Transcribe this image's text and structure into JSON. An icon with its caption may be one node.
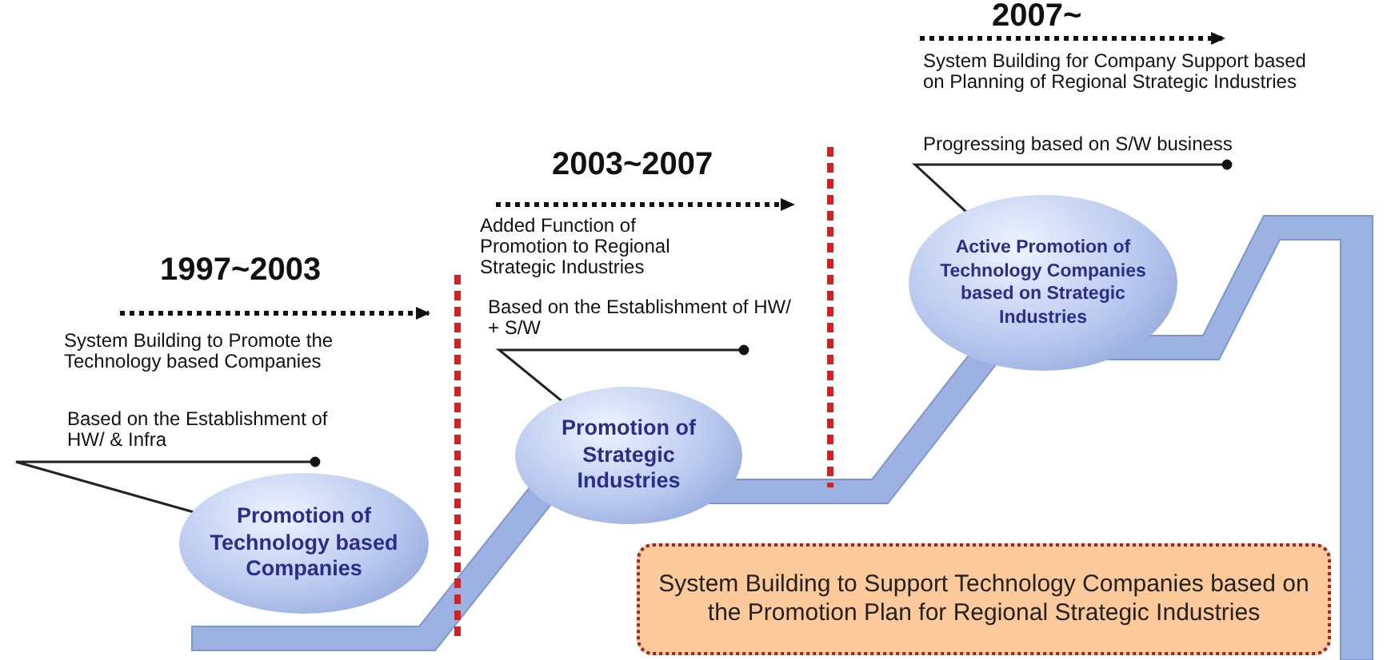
{
  "diagram": {
    "nodes": [
      {
        "text": [
          "Promotion of Technology based Companies"
        ]
      },
      {
        "text": [
          "Promotion of Strategic Industries"
        ]
      },
      {
        "text": [
          "Active Promotion of Technology Companies based on Strategic Industries"
        ]
      },
      {
        "text": [
          "System Building to Support Technology Companies based on the Promotion Plan for Regional Strategic Industries"
        ]
      },
      {
        "text": [
          "Based on the Establishment of HW/ & Infra"
        ]
      },
      {
        "text": [
          "Based on the Establishment of HW/ + S/W"
        ]
      },
      {
        "text": [
          "Progressing based on S/W business"
        ]
      }
    ],
    "edges": [
      {
        "from": 4,
        "to": 0,
        "arrow": "other"
      },
      {
        "from": 5,
        "to": 1,
        "arrow": "other"
      },
      {
        "from": 6,
        "to": 2,
        "arrow": "other"
      }
    ],
    "labels": [
      "2007~",
      "System Building for Company Support based on Planning of Regional Strategic Industries",
      "2003~2007",
      "Added Function of Promotion to Regional Strategic Industries",
      "1997~2003",
      "System Building to Promote the Technology based Companies"
    ]
  }
}
